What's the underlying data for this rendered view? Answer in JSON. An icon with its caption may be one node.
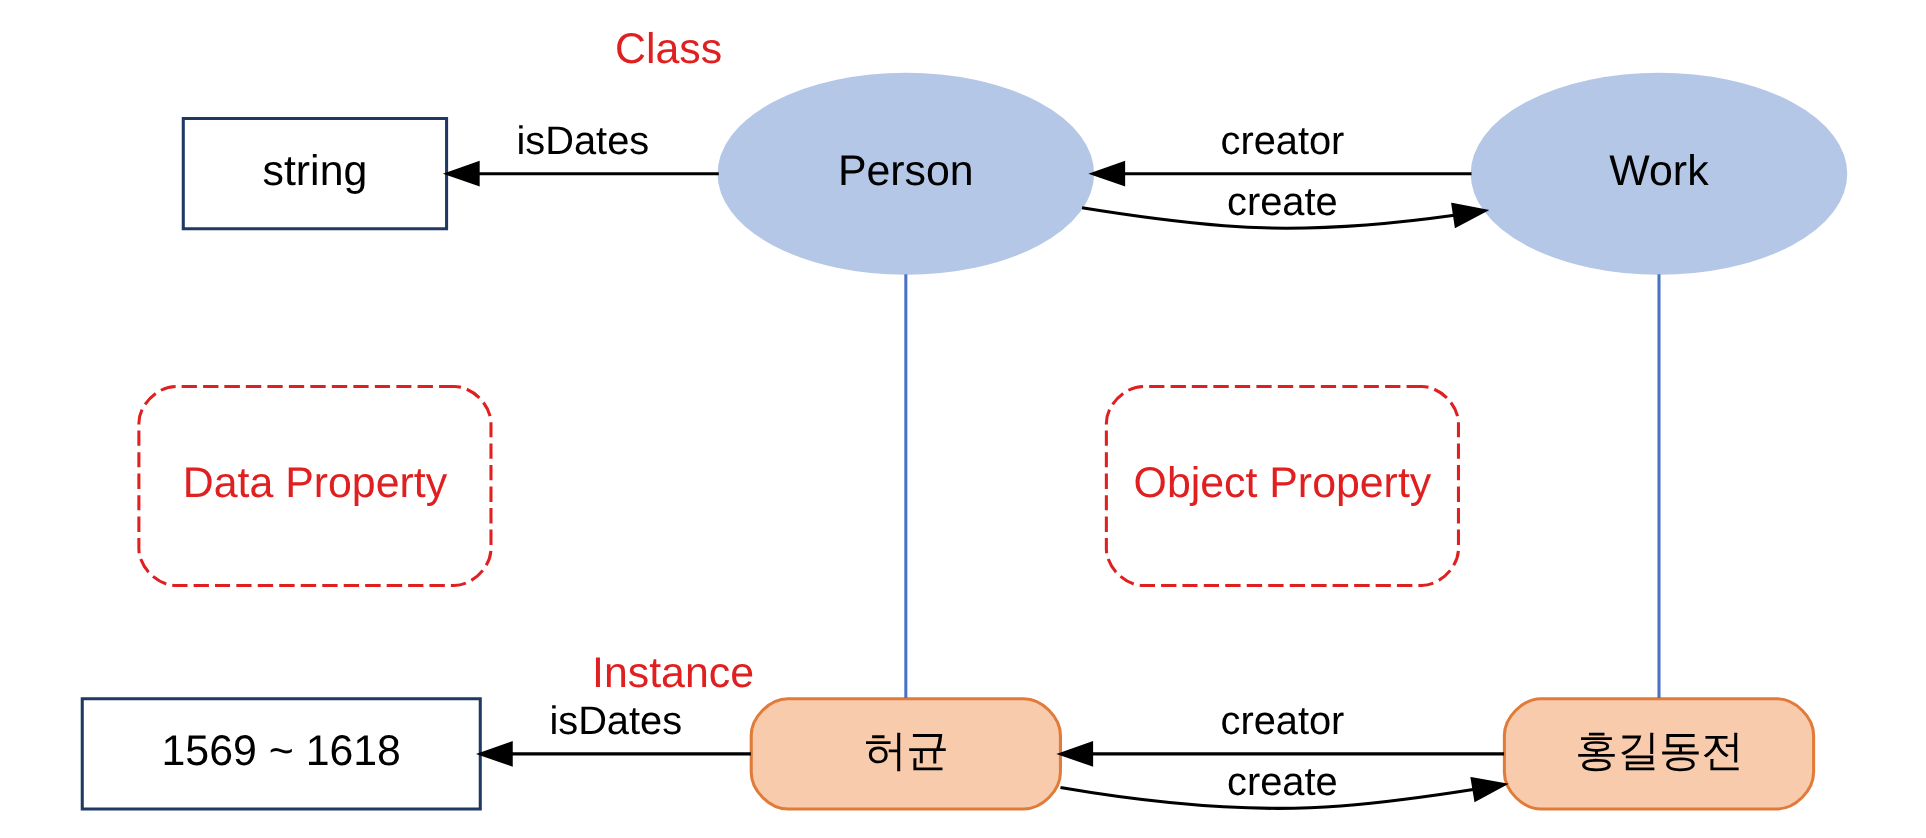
{
  "diagram": {
    "nodes": [
      {
        "text": [
          "Data Property"
        ]
      },
      {
        "text": [
          "Object Property"
        ]
      },
      {
        "text": [
          "Person"
        ],
        "beside": [
          "Class"
        ]
      },
      {
        "text": [
          "Work"
        ]
      },
      {
        "text": [
          "string"
        ]
      },
      {
        "text": [
          "허균"
        ],
        "beside": [
          "Instance"
        ]
      },
      {
        "text": [
          "홍길동전"
        ]
      },
      {
        "text": [
          "1569 ~ 1618"
        ]
      }
    ],
    "edges": [
      {
        "from": 2,
        "to": 4,
        "arrow": "to",
        "label": "isDates"
      },
      {
        "from": 2,
        "to": 3,
        "arrow": "to",
        "label": "create"
      },
      {
        "from": 3,
        "to": 2,
        "arrow": "to",
        "label": "creator"
      },
      {
        "from": 2,
        "to": 5,
        "arrow": "none",
        "color": "#4a72c4"
      },
      {
        "from": 3,
        "to": 6,
        "arrow": "none",
        "color": "#4a72c4"
      },
      {
        "from": 5,
        "to": 7,
        "arrow": "to",
        "label": "isDates"
      },
      {
        "from": 5,
        "to": 6,
        "arrow": "to",
        "label": "create"
      },
      {
        "from": 6,
        "to": 5,
        "arrow": "to",
        "label": "creator"
      }
    ]
  }
}
